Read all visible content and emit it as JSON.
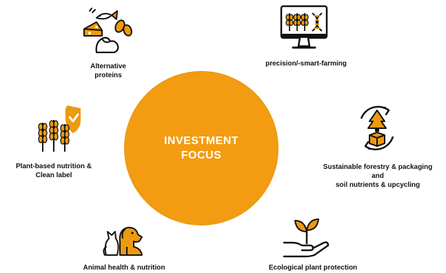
{
  "colors": {
    "accent": "#ec9a10",
    "circle_fill": "#f39c12",
    "ink": "#111111",
    "text": "#ffffff"
  },
  "center": {
    "title": "INVESTMENT\nFOCUS"
  },
  "topics": [
    {
      "label": "Alternative\nproteins",
      "icon": "proteins-icon"
    },
    {
      "label": "precision/-smart-farming",
      "icon": "smart-farming-monitor-icon"
    },
    {
      "label": "Plant-based nutrition &\nClean label",
      "icon": "wheat-shield-icon"
    },
    {
      "label": "Sustainable forestry & packaging\nand\nsoil nutrients & upcycling",
      "icon": "forestry-cycle-icon"
    },
    {
      "label": "Animal health & nutrition",
      "icon": "cat-dog-icon"
    },
    {
      "label": "Ecological plant protection",
      "icon": "hand-sprout-icon"
    }
  ]
}
